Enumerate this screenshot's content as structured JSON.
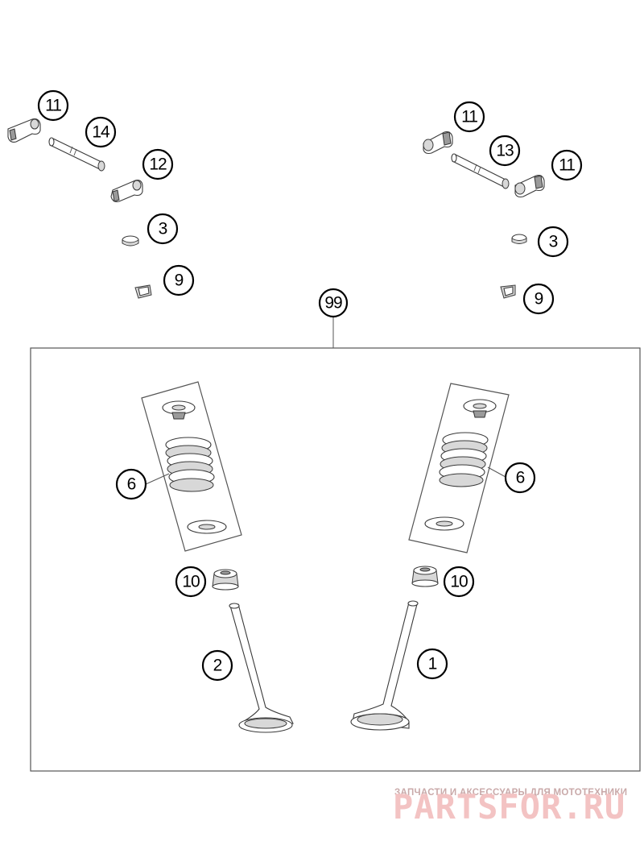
{
  "callouts": {
    "left_rocker_top": "11",
    "left_shaft": "14",
    "left_rocker_bottom": "12",
    "left_shim": "3",
    "left_cotter": "9",
    "right_rocker_top": "11",
    "right_shaft": "13",
    "right_rocker_bottom": "11",
    "right_shim": "3",
    "right_cotter": "9",
    "set": "99",
    "left_spring": "6",
    "right_spring": "6",
    "left_seal": "10",
    "right_seal": "10",
    "intake_valve": "2",
    "exhaust_valve": "1"
  },
  "watermark": {
    "tagline": "ЗАПЧАСТИ И АКСЕССУАРЫ ДЛЯ МОТОТЕХНИКИ",
    "brand": "PARTSFOR.RU"
  }
}
